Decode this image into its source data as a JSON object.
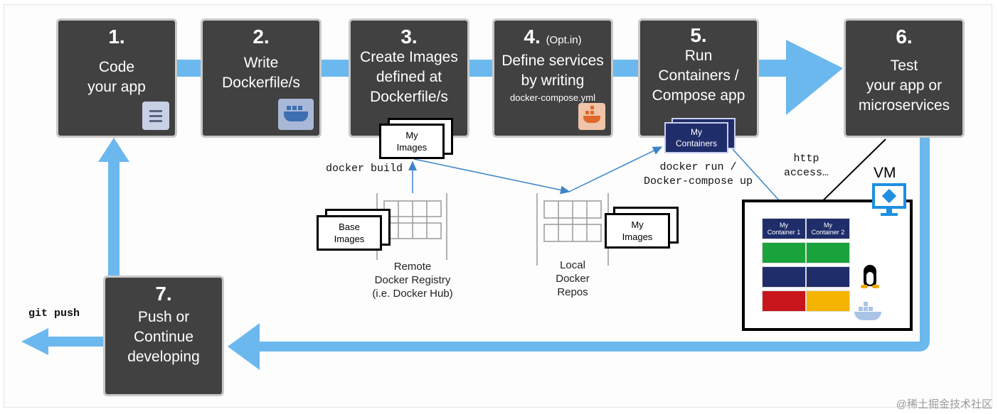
{
  "steps": [
    {
      "num": "1.",
      "opt": "",
      "text": "Code\nyour app",
      "sub": ""
    },
    {
      "num": "2.",
      "opt": "",
      "text": "Write\nDockerfile/s",
      "sub": ""
    },
    {
      "num": "3.",
      "opt": "",
      "text": "Create Images\ndefined at\nDockerfile/s",
      "sub": ""
    },
    {
      "num": "4.",
      "opt": "(Opt.in)",
      "text": "Define services\nby writing",
      "sub": "docker-compose.yml"
    },
    {
      "num": "5.",
      "opt": "",
      "text": "Run\nContainers /\nCompose app",
      "sub": ""
    },
    {
      "num": "6.",
      "opt": "",
      "text": "Test\nyour app or\nmicroservices",
      "sub": ""
    },
    {
      "num": "7.",
      "opt": "",
      "text": "Push or\nContinue\ndeveloping",
      "sub": ""
    }
  ],
  "commands": {
    "docker_build": "docker build",
    "docker_run": "docker run /\nDocker-compose up",
    "http_access": "http\naccess…",
    "git_push": "git push"
  },
  "cards": {
    "my_images_top": "My\nImages",
    "base_images": "Base\nImages",
    "my_images_local": "My\nImages",
    "my_containers": "My\nContainers",
    "container1": "My\nContainer 1",
    "container2": "My\nContainer 2"
  },
  "labels": {
    "remote_registry": "Remote\nDocker Registry\n(i.e. Docker Hub)",
    "local_repos": "Local\nDocker\nRepos",
    "vm": "VM"
  },
  "watermark": "@稀土掘金技术社区",
  "colors": {
    "step_bg": "#414141",
    "flow_arrow": "#6bb8ee",
    "navy": "#1f2d6b",
    "green": "#1aa33b",
    "red": "#c8161d",
    "yellow": "#f5b400",
    "azure": "#1e8fe1"
  }
}
